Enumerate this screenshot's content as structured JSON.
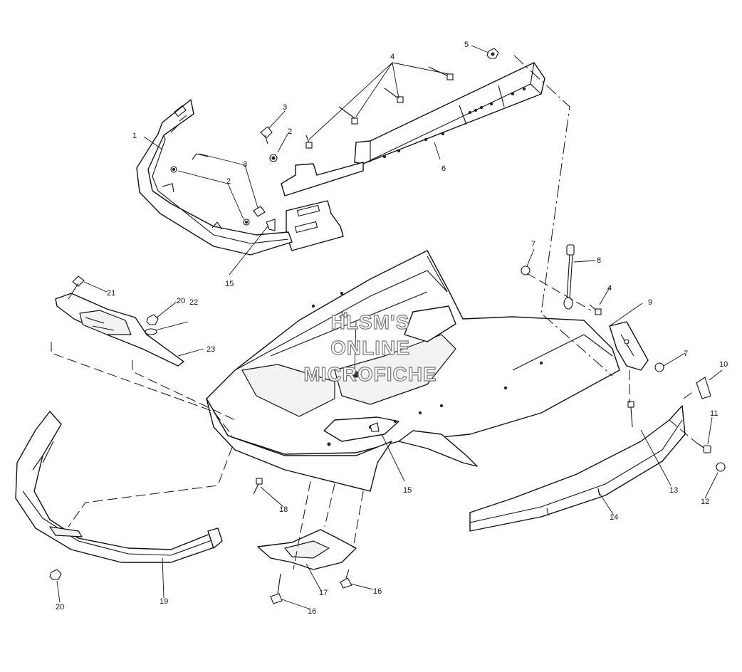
{
  "watermark": {
    "line1": "HLSM'S",
    "line2": "ONLINE",
    "line3": "MICROFICHE"
  },
  "callouts": {
    "c1": "1",
    "c2a": "2",
    "c2b": "2",
    "c3a": "3",
    "c3b": "3",
    "c4a": "4",
    "c4b": "4",
    "c5": "5",
    "c6": "6",
    "c7a": "7",
    "c7b": "7",
    "c8": "8",
    "c9": "9",
    "c10": "10",
    "c11": "11",
    "c12": "12",
    "c13": "13",
    "c14": "14",
    "c15a": "15",
    "c15b": "15",
    "c16a": "16",
    "c16b": "16",
    "c17": "17",
    "c18": "18",
    "c19": "19",
    "c20a": "20",
    "c20b": "20",
    "c20c": "20",
    "c21": "21",
    "c22": "22",
    "c23": "23"
  }
}
